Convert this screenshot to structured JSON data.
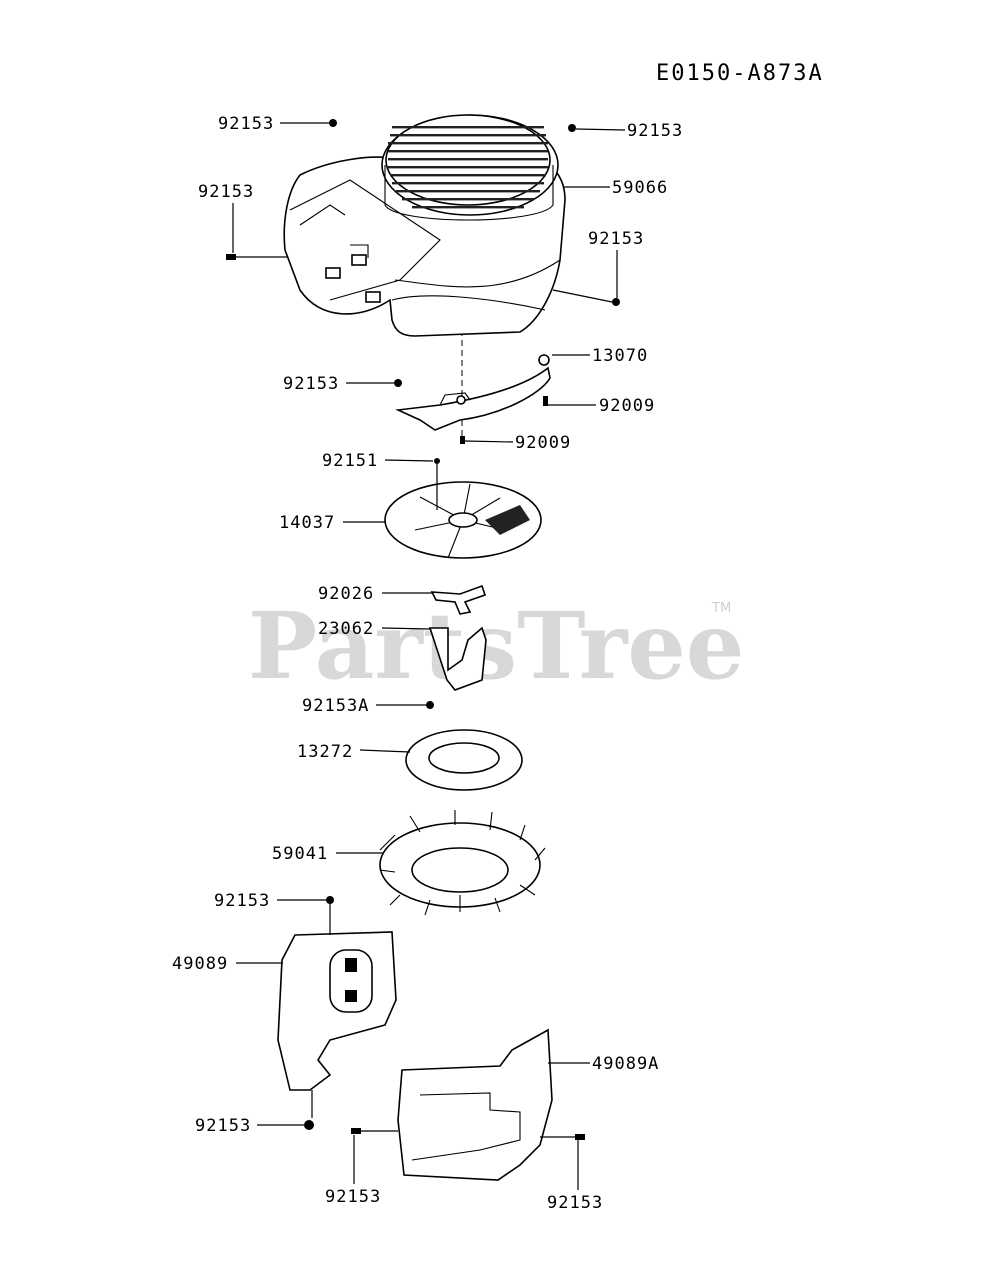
{
  "diagram_code": "E0150-A873A",
  "watermark": "PartsTree",
  "trademark": "TM",
  "callouts": {
    "p92153_top_left": "92153",
    "p92153_top_right": "92153",
    "p59066": "59066",
    "p92153_left": "92153",
    "p92153_right": "92153",
    "p13070": "13070",
    "p92153_mid": "92153",
    "p92009_right": "92009",
    "p92009_center": "92009",
    "p92151": "92151",
    "p14037": "14037",
    "p92026": "92026",
    "p23062": "23062",
    "p92153A": "92153A",
    "p13272": "13272",
    "p59041": "59041",
    "p92153_lower_left": "92153",
    "p49089": "49089",
    "p49089A": "49089A",
    "p92153_bottom_left": "92153",
    "p92153_bottom_center": "92153",
    "p92153_bottom_right": "92153"
  }
}
